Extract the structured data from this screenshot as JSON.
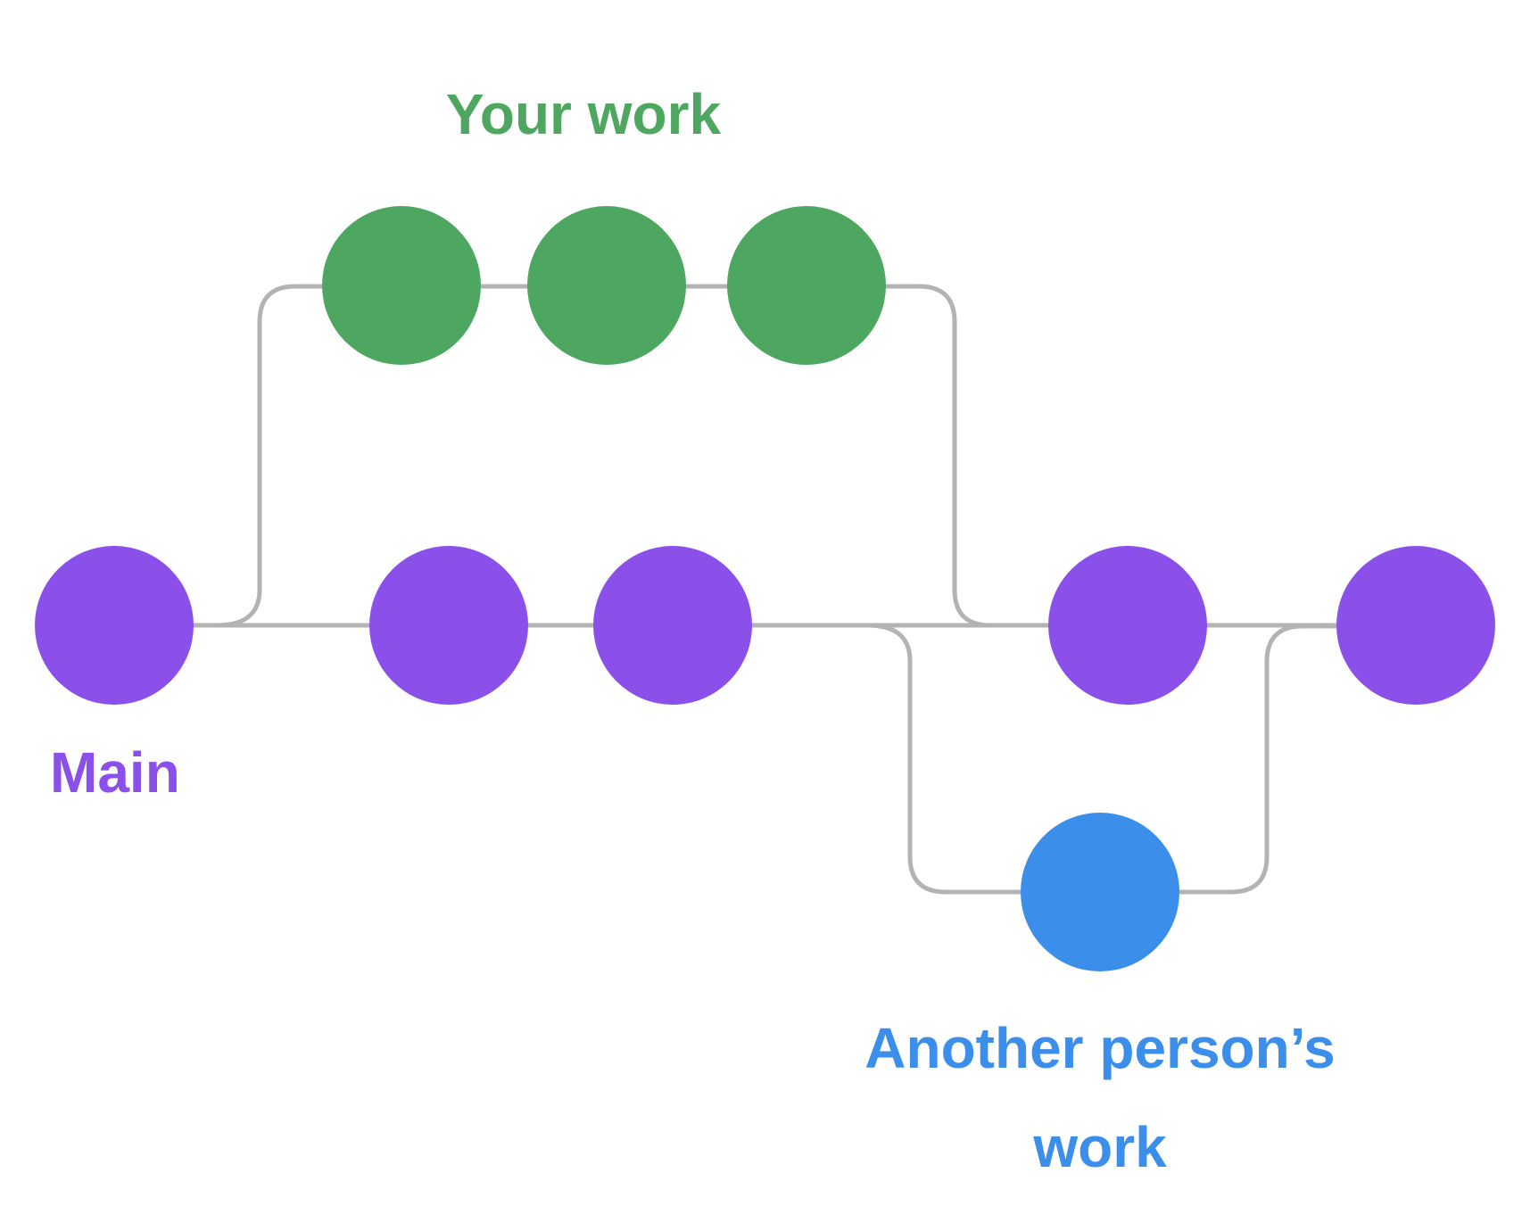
{
  "diagram": {
    "labels": {
      "your_work": "Your work",
      "main": "Main",
      "another_person_line1": "Another person’s",
      "another_person_line2": "work"
    },
    "colors": {
      "main": "#8A50E9",
      "your_work": "#4DA760",
      "another_person": "#3C8EEB",
      "connector": "#B3B3B3",
      "background": "#FFFFFF"
    },
    "branches": {
      "main": {
        "label": "Main",
        "commit_count": 5
      },
      "your_work": {
        "label": "Your work",
        "commit_count": 3
      },
      "another_person": {
        "label": "Another person’s work",
        "commit_count": 1
      }
    }
  }
}
